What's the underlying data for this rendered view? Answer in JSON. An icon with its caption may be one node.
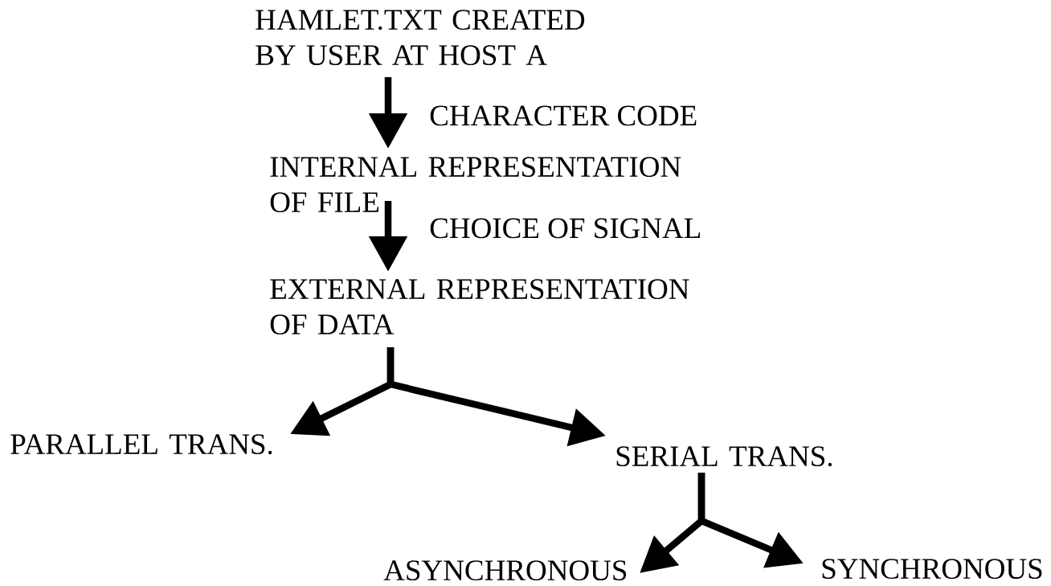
{
  "diagram": {
    "nodes": [
      {
        "text": [
          "HAMLET.TXT CREATED BY USER AT HOST A"
        ]
      },
      {
        "text": [
          "INTERNAL REPRESENTATION OF FILE"
        ]
      },
      {
        "text": [
          "EXTERNAL REPRESENTATION OF DATA"
        ]
      },
      {
        "text": [
          "PARALLEL TRANS."
        ]
      },
      {
        "text": [
          "SERIAL TRANS."
        ]
      },
      {
        "text": [
          "ASYNCHRONOUS"
        ]
      },
      {
        "text": [
          "SYNCHRONOUS"
        ]
      }
    ],
    "edges": [
      {
        "from": 0,
        "to": 1,
        "arrow": "to",
        "label": "CHARACTER CODE"
      },
      {
        "from": 1,
        "to": 2,
        "arrow": "to",
        "label": "CHOICE OF SIGNAL"
      },
      {
        "from": 2,
        "to": 3,
        "arrow": "to"
      },
      {
        "from": 2,
        "to": 4,
        "arrow": "to"
      },
      {
        "from": 4,
        "to": 5,
        "arrow": "to"
      },
      {
        "from": 4,
        "to": 6,
        "arrow": "to"
      }
    ]
  }
}
